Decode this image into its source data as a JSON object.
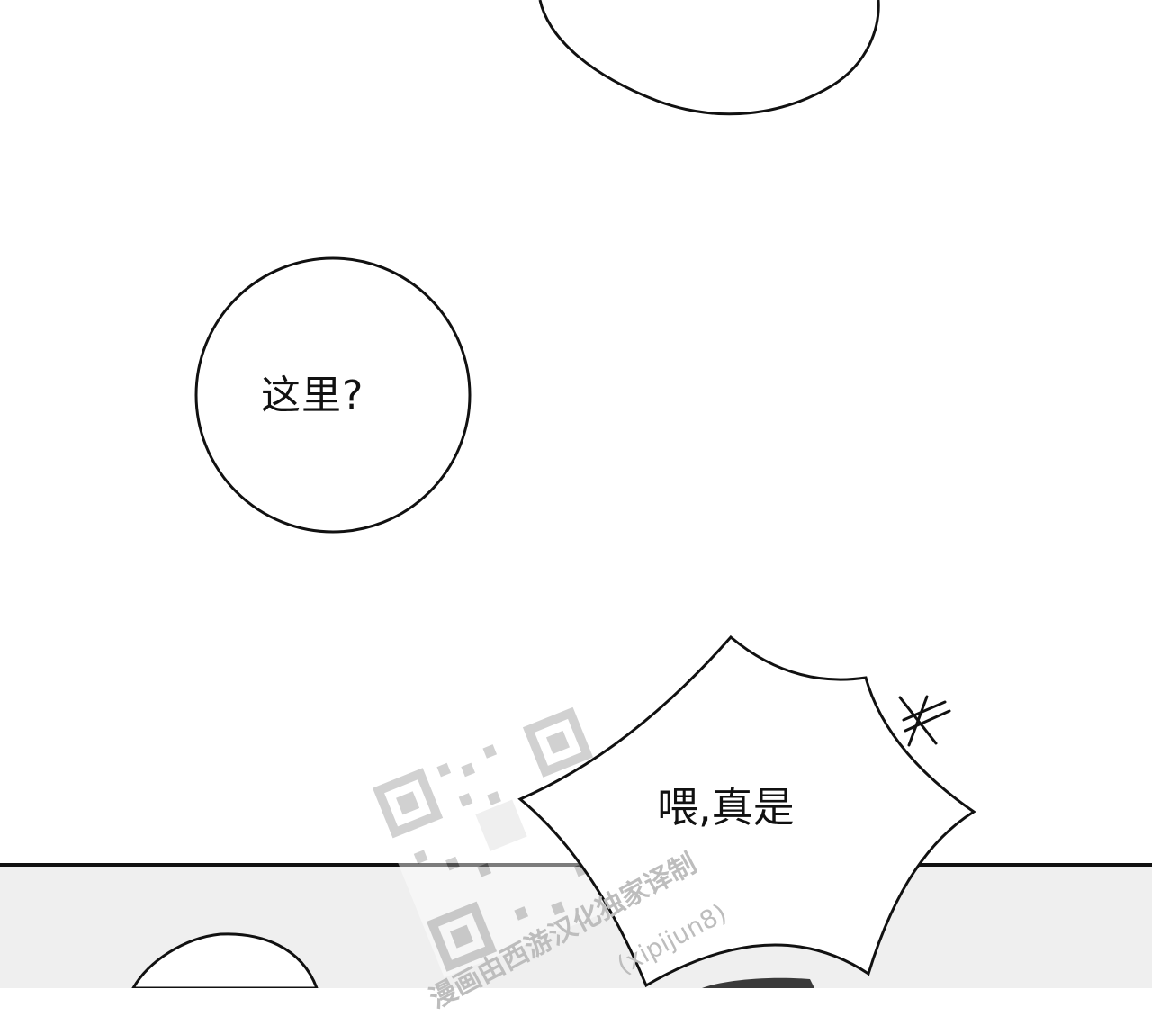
{
  "bubbles": {
    "left_text": "这里?",
    "right_text": "喂,真是"
  },
  "watermark": {
    "line1": "漫画由西游汉化独家译制",
    "line2": "(xipijun8)"
  },
  "colors": {
    "ink": "#111111",
    "background": "#ffffff",
    "watermark": "#bdbdbd"
  }
}
